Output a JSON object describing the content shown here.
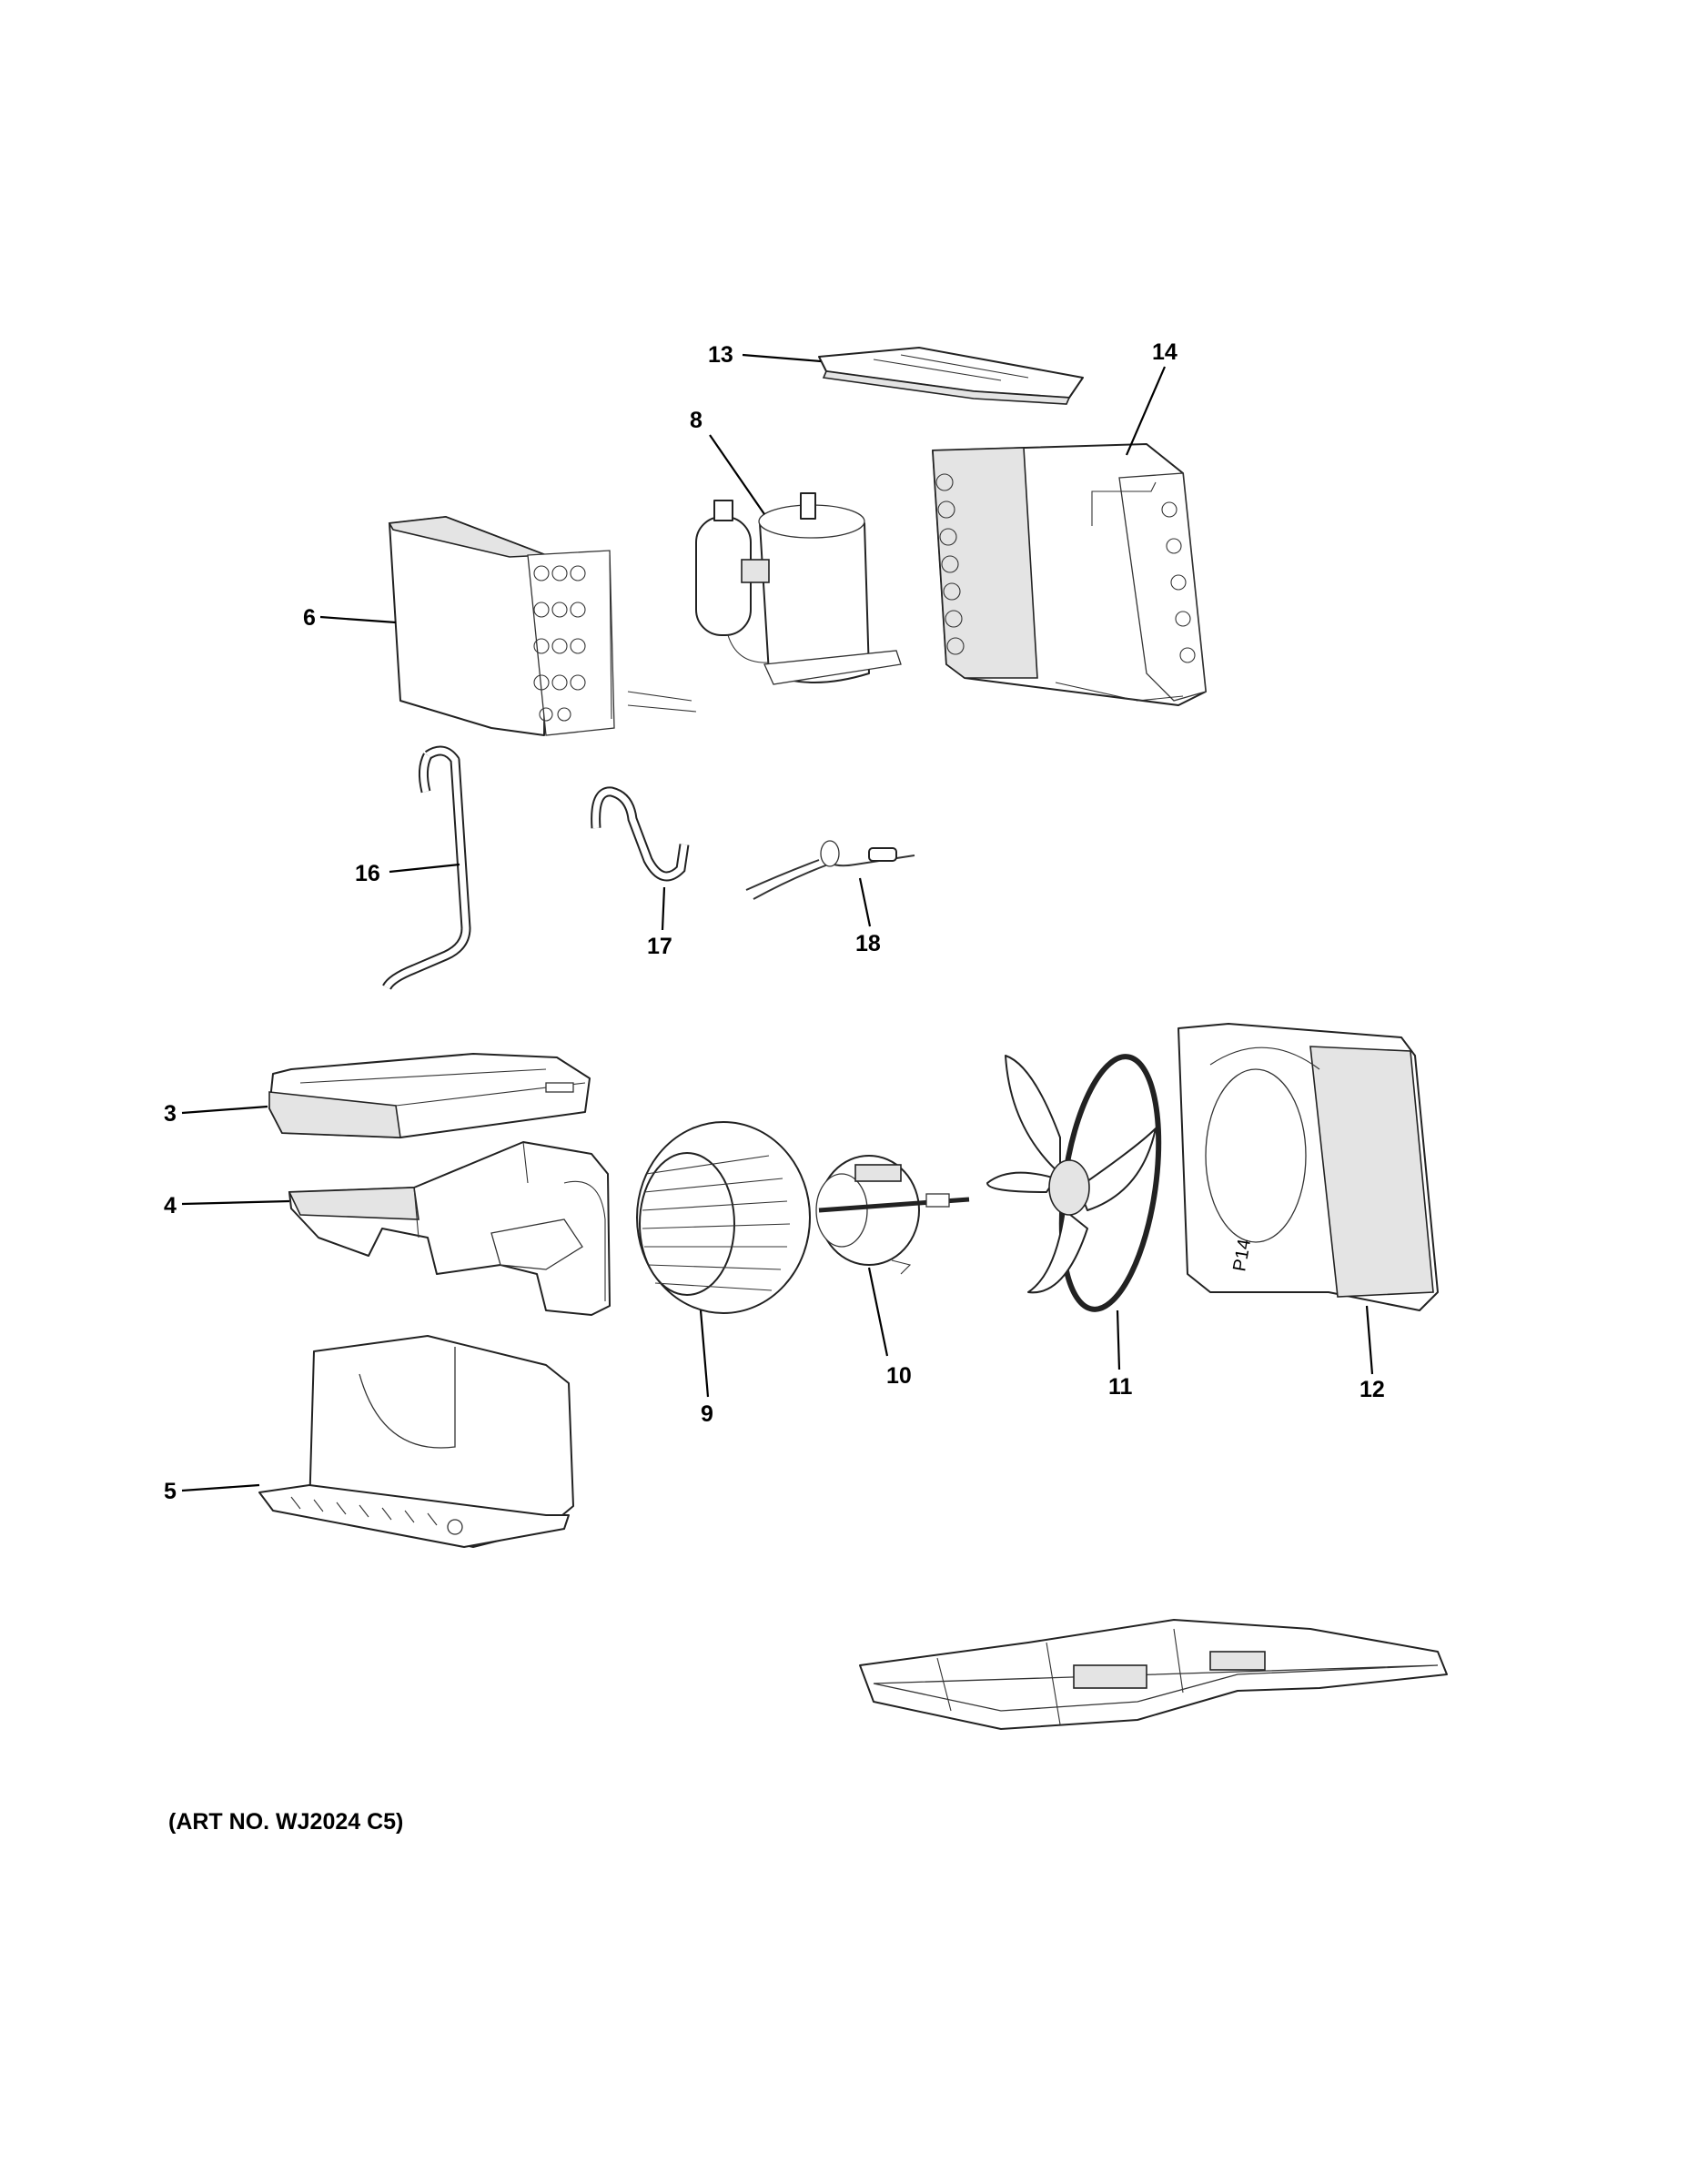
{
  "diagram": {
    "callouts": [
      {
        "id": "13",
        "label": "13"
      },
      {
        "id": "14",
        "label": "14"
      },
      {
        "id": "8",
        "label": "8"
      },
      {
        "id": "6",
        "label": "6"
      },
      {
        "id": "16",
        "label": "16"
      },
      {
        "id": "17",
        "label": "17"
      },
      {
        "id": "18",
        "label": "18"
      },
      {
        "id": "3",
        "label": "3"
      },
      {
        "id": "4",
        "label": "4"
      },
      {
        "id": "9",
        "label": "9"
      },
      {
        "id": "10",
        "label": "10"
      },
      {
        "id": "11",
        "label": "11"
      },
      {
        "id": "12",
        "label": "12"
      },
      {
        "id": "5",
        "label": "5"
      }
    ],
    "fan_shroud_stamp": "P14"
  },
  "footer": {
    "art_number": "(ART NO. WJ2024 C5)"
  }
}
